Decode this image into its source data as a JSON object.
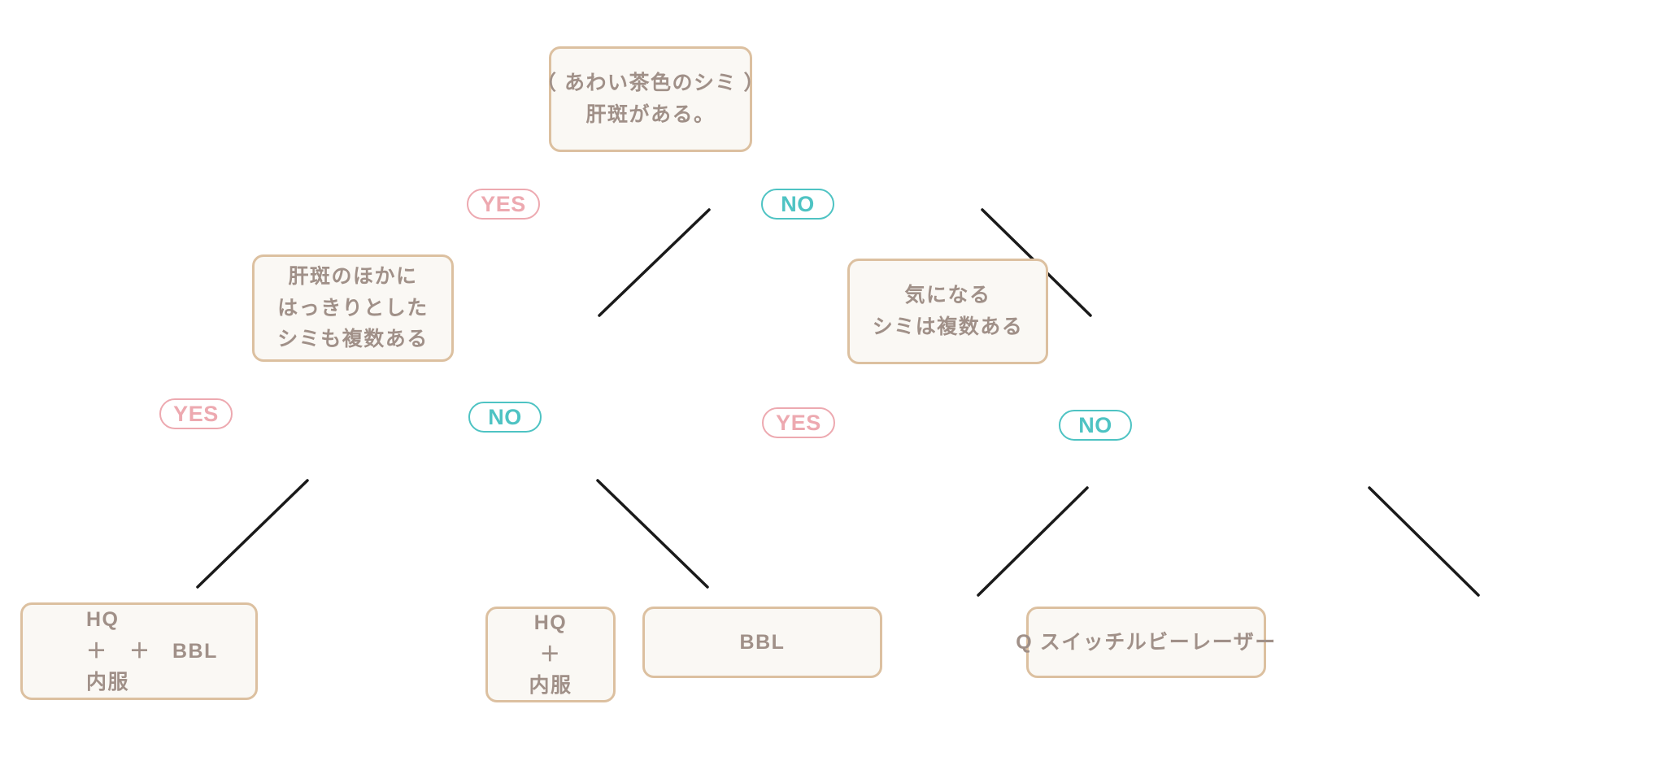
{
  "diagram": {
    "title_present": false,
    "colors": {
      "background": "#ffffff",
      "node_fill": "#faf8f4",
      "node_border": "#dcc0a0",
      "node_text": "#a09088",
      "yes_accent": "#eda9b0",
      "no_accent": "#4ec3c3",
      "edge_line": "#1a1a1a"
    },
    "nodes": {
      "root": {
        "lines": [
          "（ あわい茶色のシミ ）",
          "肝斑がある。"
        ]
      },
      "mid_left": {
        "lines": [
          "肝斑のほかに",
          "はっきりとした",
          "シミも複数ある"
        ]
      },
      "mid_right": {
        "lines": [
          "気になる",
          "シミは複数ある"
        ]
      },
      "leaf_1": {
        "lines": [
          "HQ",
          "＋　＋　BBL",
          "内服"
        ],
        "line_top": "HQ",
        "line_mid": "＋　＋　BBL",
        "line_bottom": "内服"
      },
      "leaf_2": {
        "lines": [
          "HQ",
          "＋",
          "内服"
        ],
        "line_top": "HQ",
        "line_mid": "＋",
        "line_bottom": "内服"
      },
      "leaf_3": {
        "lines": [
          "BBL"
        ],
        "line_top": "BBL"
      },
      "leaf_4": {
        "lines": [
          "Q スイッチルビーレーザー"
        ],
        "line_top": "Q スイッチルビーレーザー"
      }
    },
    "badges": {
      "root_yes": "YES",
      "root_no": "NO",
      "mid_left_yes": "YES",
      "mid_left_no": "NO",
      "mid_right_yes": "YES",
      "mid_right_no": "NO"
    }
  }
}
